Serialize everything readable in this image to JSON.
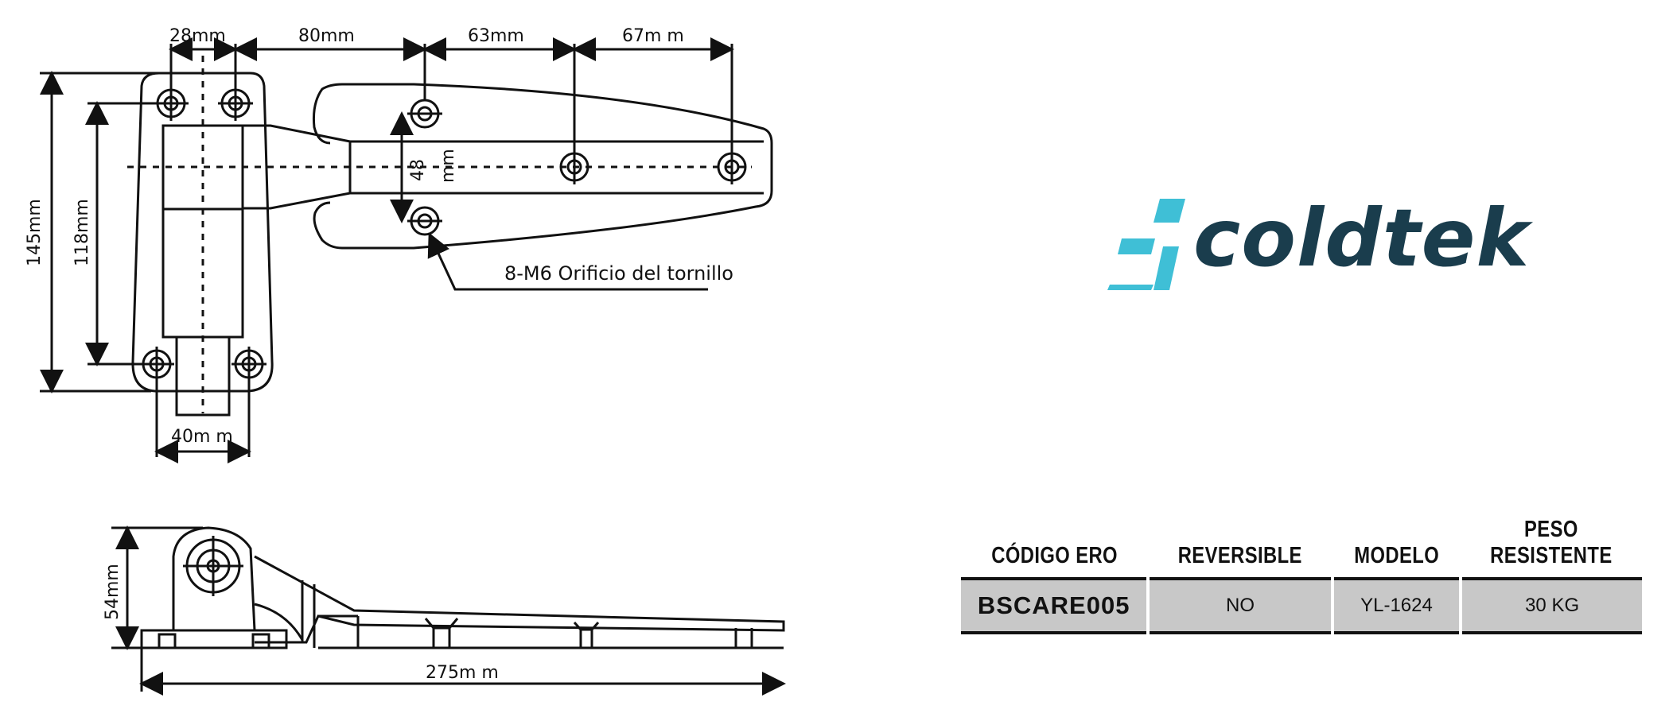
{
  "dimensions": {
    "top_28": "28mm",
    "top_80": "80mm",
    "top_63": "63mm",
    "top_67": "67m m",
    "left_145": "145mm",
    "left_118": "118mm",
    "inner_48_a": "48",
    "inner_48_b": "mm",
    "bottom_40": "40m m",
    "side_54": "54mm",
    "side_275": "275m m"
  },
  "callout": "8-M6 Orificio del tornillo",
  "brand": {
    "name": "coldtek",
    "colors": {
      "text": "#1a3d4d",
      "accent": "#3fbfd6"
    }
  },
  "table": {
    "headers": {
      "code": "CÓDIGO ERO",
      "reversible": "REVERSIBLE",
      "model": "MODELO",
      "weight_line1": "PESO",
      "weight_line2": "RESISTENTE"
    },
    "row": {
      "code": "BSCARE005",
      "reversible": "NO",
      "model": "YL-1624",
      "weight": "30 KG"
    },
    "row_bg": "#c8c8c8"
  }
}
